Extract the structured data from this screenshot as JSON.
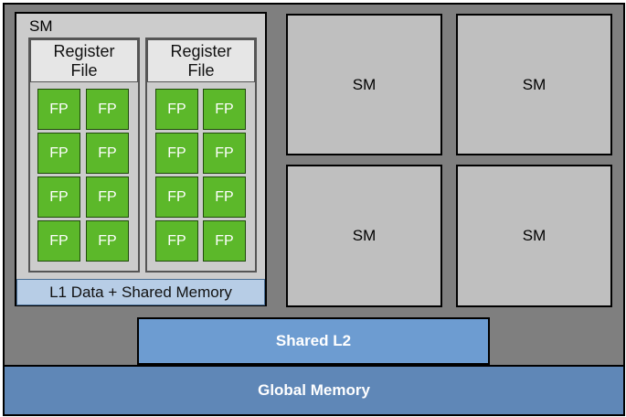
{
  "sm_main": {
    "label": "SM",
    "groups": [
      {
        "register_file": "Register\nFile",
        "units": [
          "FP",
          "FP",
          "FP",
          "FP",
          "FP",
          "FP",
          "FP",
          "FP"
        ]
      },
      {
        "register_file": "Register\nFile",
        "units": [
          "FP",
          "FP",
          "FP",
          "FP",
          "FP",
          "FP",
          "FP",
          "FP"
        ]
      }
    ],
    "l1_label": "L1 Data + Shared Memory"
  },
  "sm_others": [
    "SM",
    "SM",
    "SM",
    "SM"
  ],
  "shared_l2": "Shared L2",
  "global_memory": "Global Memory",
  "colors": {
    "fp_unit": "#5cb82a",
    "sm_block": "#bfbfbf",
    "shared_l2": "#6d9cd1",
    "global_memory": "#5f87b7",
    "l1": "#b7cde6"
  }
}
